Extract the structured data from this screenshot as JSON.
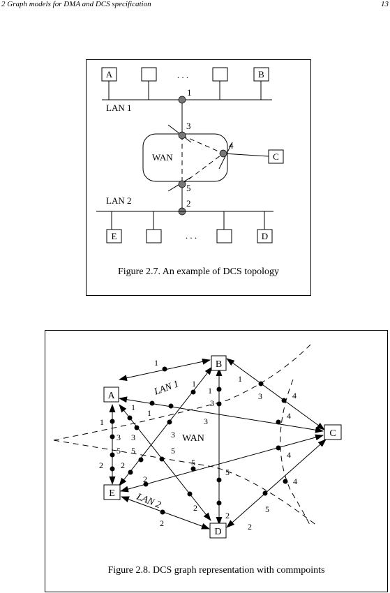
{
  "header": {
    "left": "2   Graph models for DMA and DCS specification",
    "right": "13"
  },
  "figure1": {
    "caption": "Figure 2.7. An example of DCS topology",
    "labels": {
      "node_a": "A",
      "node_b": "B",
      "node_c": "C",
      "node_d": "D",
      "node_e": "E",
      "lan1": "LAN 1",
      "lan2": "LAN 2",
      "wan": "WAN",
      "ellipsis_top": ". . .",
      "ellipsis_bottom": ". . .",
      "cp1": "1",
      "cp2": "2",
      "cp3": "3",
      "cp4": "4",
      "cp5": "5"
    },
    "colors": {
      "commpoint_fill": "#777777"
    }
  },
  "figure2": {
    "caption": "Figure 2.8. DCS graph representation with commpoints",
    "nodes": {
      "a": "A",
      "b": "B",
      "c": "C",
      "d": "D",
      "e": "E"
    },
    "region_labels": {
      "lan1": "LAN 1",
      "lan2": "LAN 2",
      "wan": "WAN"
    },
    "edge_labels": {
      "ab_1": "1",
      "ba_1": "1",
      "bc_1": "1",
      "bc_3": "3",
      "bc_4": "4",
      "ac_1": "1",
      "ac_3": "3",
      "ac_4": "4",
      "bd_1": "1",
      "bd_3": "3",
      "bd_5": "5",
      "bd_2": "2",
      "ae_1": "1",
      "ae_3": "3",
      "ae_5": "5",
      "ae_2": "2",
      "eb_1": "1",
      "eb_3": "3",
      "eb_5": "5",
      "eb_2": "2",
      "ad_1": "1",
      "ad_3": "3",
      "ad_5": "5",
      "ad_2": "2",
      "ec_2": "2",
      "ec_5": "5",
      "ec_4": "4",
      "ed_2": "2",
      "dc_2": "2",
      "dc_5": "5",
      "dc_4": "4"
    }
  }
}
